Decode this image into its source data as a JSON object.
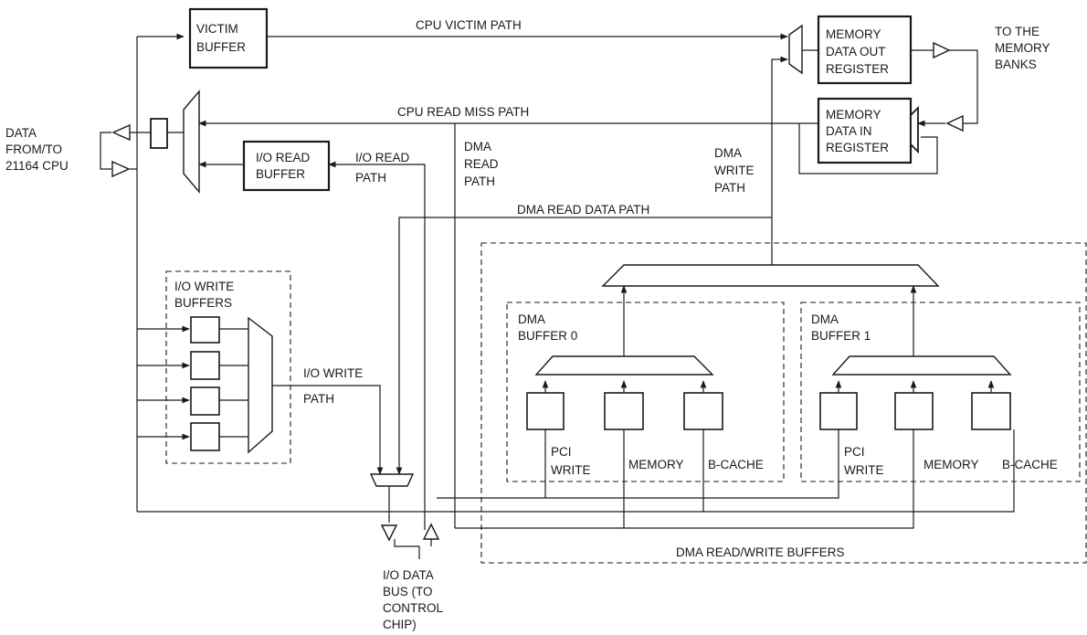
{
  "labels": {
    "victim_buffer": [
      "VICTIM",
      "BUFFER"
    ],
    "cpu_victim_path": "CPU VICTIM PATH",
    "mem_out_reg": [
      "MEMORY",
      "DATA OUT",
      "REGISTER"
    ],
    "to_memory_banks": [
      "TO THE",
      "MEMORY",
      "BANKS"
    ],
    "cpu_read_miss_path": "CPU READ MISS PATH",
    "mem_in_reg": [
      "MEMORY",
      "DATA IN",
      "REGISTER"
    ],
    "cpu_data": [
      "DATA",
      "FROM/TO",
      "21164 CPU"
    ],
    "io_read_buffer": [
      "I/O READ",
      "BUFFER"
    ],
    "io_read_path": [
      "I/O READ",
      "PATH"
    ],
    "dma_read_path": [
      "DMA",
      "READ",
      "PATH"
    ],
    "dma_write_path": [
      "DMA",
      "WRITE",
      "PATH"
    ],
    "dma_read_data_path": "DMA READ DATA PATH",
    "io_write_buffers": [
      "I/O WRITE",
      "BUFFERS"
    ],
    "io_write_path": [
      "I/O WRITE",
      "PATH"
    ],
    "dma_buffer_0": [
      "DMA",
      "BUFFER 0"
    ],
    "dma_buffer_1": [
      "DMA",
      "BUFFER 1"
    ],
    "pci_write": [
      "PCI",
      "WRITE"
    ],
    "memory": "MEMORY",
    "b_cache": "B-CACHE",
    "dma_rw_buffers": "DMA READ/WRITE BUFFERS",
    "io_data_bus": [
      "I/O DATA",
      "BUS (TO",
      "CONTROL",
      "CHIP)"
    ]
  }
}
